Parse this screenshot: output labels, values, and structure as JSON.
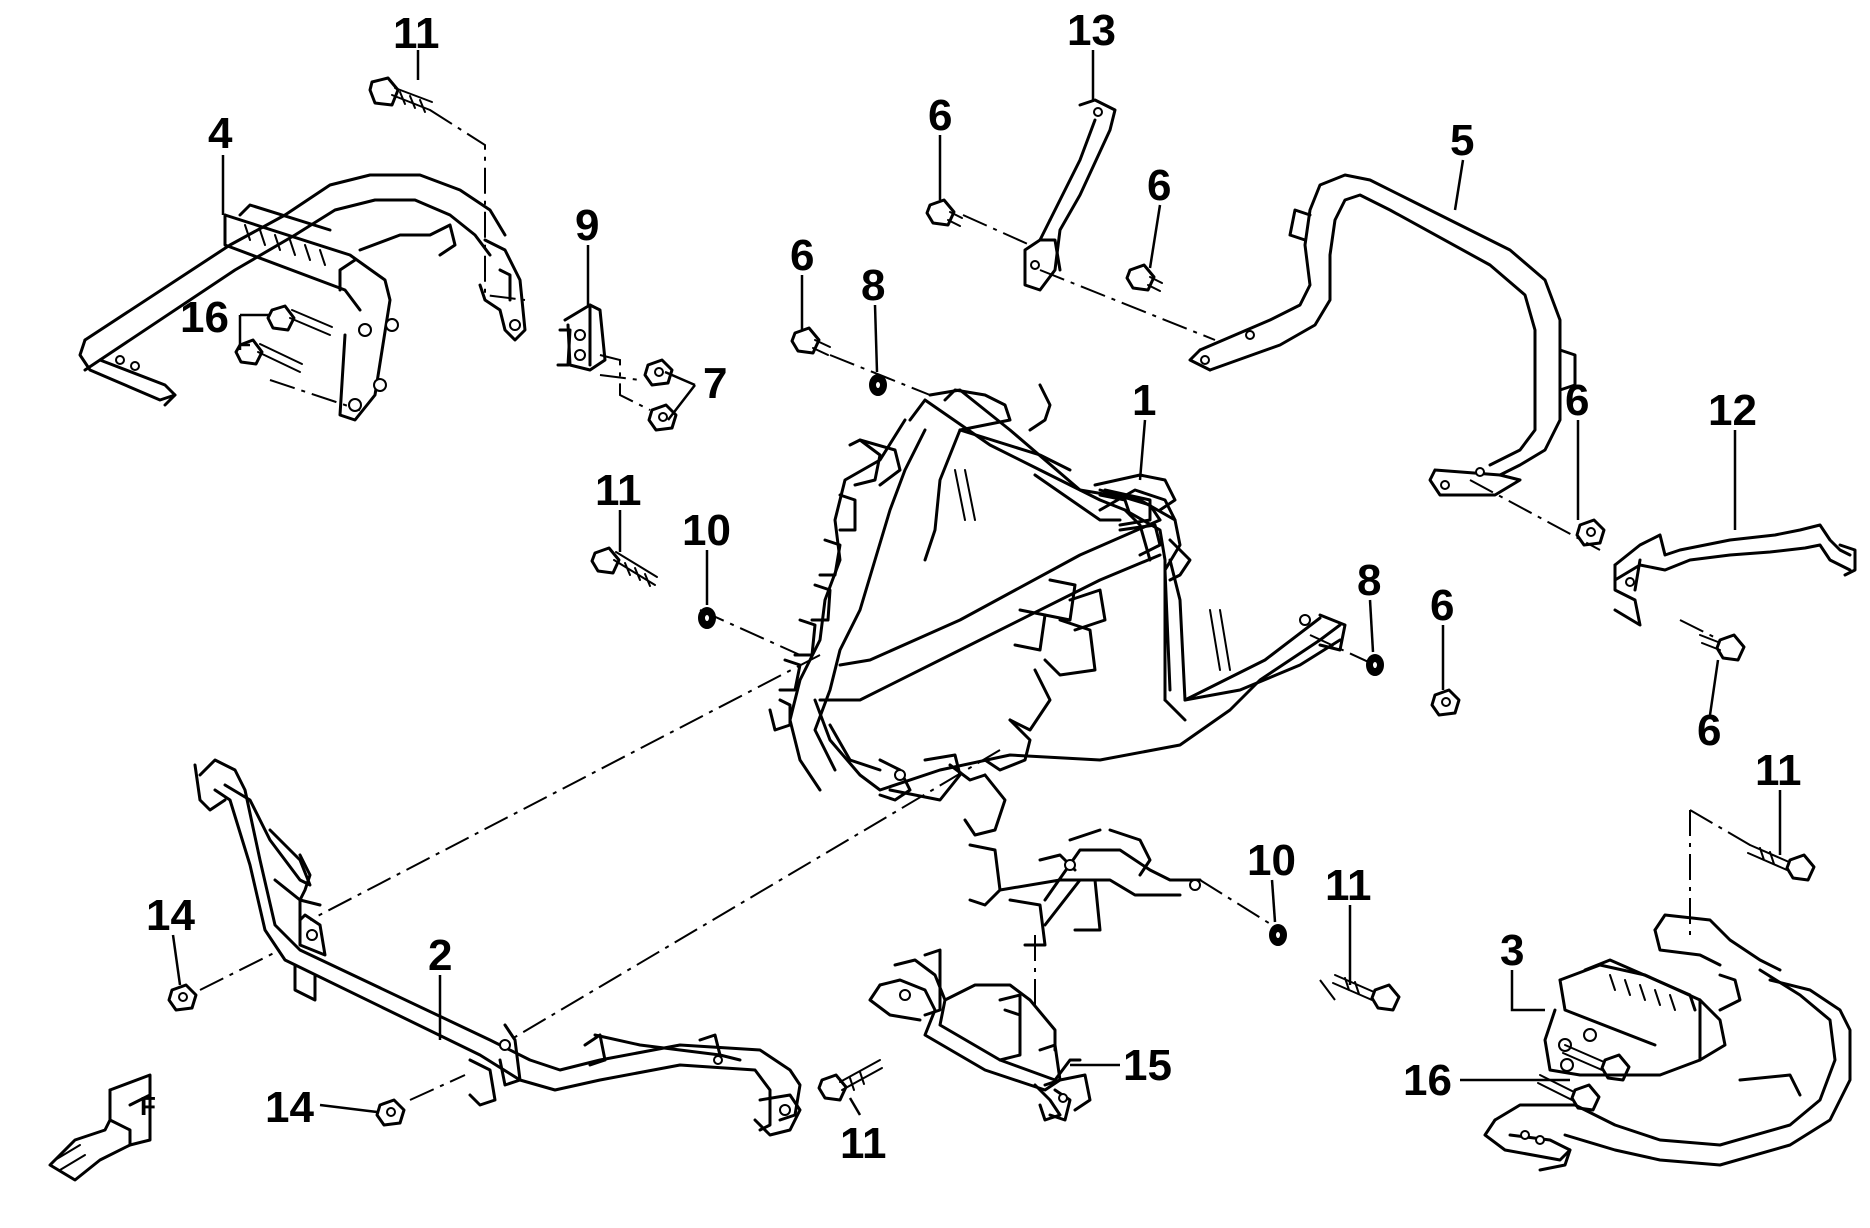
{
  "callouts": {
    "c1": "1",
    "c2": "2",
    "c3": "3",
    "c4": "4",
    "c5": "5",
    "c6a": "6",
    "c6b": "6",
    "c6c": "6",
    "c6d": "6",
    "c6e": "6",
    "c6f": "6",
    "c7": "7",
    "c8a": "8",
    "c8b": "8",
    "c9": "9",
    "c10a": "10",
    "c10b": "10",
    "c11a": "11",
    "c11b": "11",
    "c11c": "11",
    "c11d": "11",
    "c11e": "11",
    "c12": "12",
    "c13": "13",
    "c14a": "14",
    "c14b": "14",
    "c15": "15",
    "c16a": "16",
    "c16b": "16"
  },
  "front_arrow": {
    "letter": "F"
  }
}
